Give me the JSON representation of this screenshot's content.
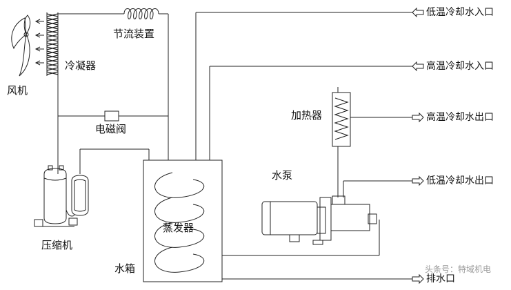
{
  "labels": {
    "fan": "风机",
    "condenser": "冷凝器",
    "throttle": "节流装置",
    "solenoid_valve": "电磁阀",
    "heater": "加热器",
    "pump": "水泵",
    "evaporator": "蒸发器",
    "compressor": "压缩机",
    "tank": "水箱"
  },
  "ports": {
    "low_temp_in": "低温冷却水入口",
    "high_temp_in": "高温冷却水入口",
    "high_temp_out": "高温冷却水出口",
    "low_temp_out": "低温冷却水出口",
    "drain": "排水口"
  },
  "watermark": "头条号：特域机电"
}
